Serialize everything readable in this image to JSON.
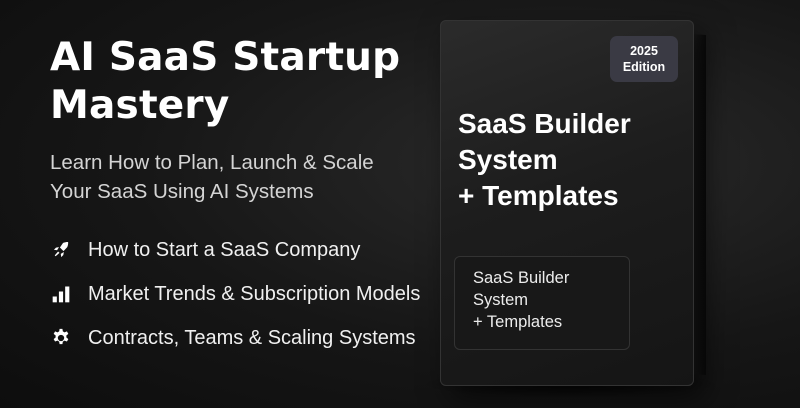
{
  "headline": {
    "line1": "AI SaaS Startup",
    "line2": "Mastery"
  },
  "subtitle": {
    "line1": "Learn How to Plan, Launch & Scale",
    "line2": "Your SaaS Using AI Systems"
  },
  "features": [
    {
      "icon": "rocket-icon",
      "label": "How to Start a SaaS Company"
    },
    {
      "icon": "bar-chart-icon",
      "label": "Market Trends & Subscription Models"
    },
    {
      "icon": "gear-icon",
      "label": "Contracts, Teams & Scaling Systems"
    }
  ],
  "product_box": {
    "badge": {
      "year": "2025",
      "text": "Edition"
    },
    "title": {
      "line1": "SaaS Builder",
      "line2": "System",
      "line3": "+ Templates"
    },
    "label": {
      "line1": "SaaS Builder",
      "line2": "System",
      "line3": "+ Templates"
    }
  },
  "colors": {
    "background": "#161616",
    "box": "#1d1d1d",
    "badge": "#3a3a44",
    "text": "#ffffff"
  }
}
